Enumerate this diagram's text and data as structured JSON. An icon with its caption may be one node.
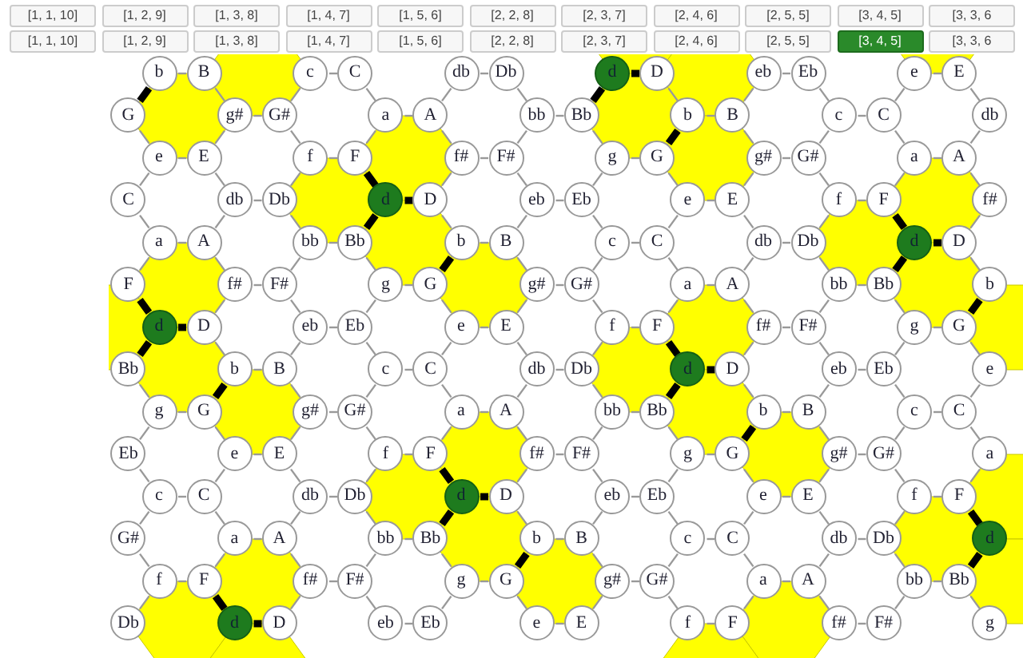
{
  "diagram": {
    "nodes": [
      {
        "text": [
          "b"
        ]
      },
      {
        "text": [
          "B"
        ]
      },
      {
        "text": [
          "c"
        ]
      },
      {
        "text": [
          "C"
        ]
      },
      {
        "text": [
          "db"
        ]
      },
      {
        "text": [
          "Db"
        ]
      },
      {
        "text": [
          "d"
        ]
      },
      {
        "text": [
          "D"
        ]
      },
      {
        "text": [
          "eb"
        ]
      },
      {
        "text": [
          "Eb"
        ]
      },
      {
        "text": [
          "e"
        ]
      },
      {
        "text": [
          "E"
        ]
      },
      {
        "text": [
          "G"
        ]
      },
      {
        "text": [
          "g#"
        ]
      },
      {
        "text": [
          "G#"
        ]
      },
      {
        "text": [
          "a"
        ]
      },
      {
        "text": [
          "A"
        ]
      },
      {
        "text": [
          "bb"
        ]
      },
      {
        "text": [
          "Bb"
        ]
      },
      {
        "text": [
          "b"
        ]
      },
      {
        "text": [
          "B"
        ]
      },
      {
        "text": [
          "c"
        ]
      },
      {
        "text": [
          "C"
        ]
      },
      {
        "text": [
          "db"
        ]
      },
      {
        "text": [
          "e"
        ]
      },
      {
        "text": [
          "E"
        ]
      },
      {
        "text": [
          "f"
        ]
      },
      {
        "text": [
          "F"
        ]
      },
      {
        "text": [
          "f#"
        ]
      },
      {
        "text": [
          "F#"
        ]
      },
      {
        "text": [
          "g"
        ]
      },
      {
        "text": [
          "G"
        ]
      },
      {
        "text": [
          "g#"
        ]
      },
      {
        "text": [
          "G#"
        ]
      },
      {
        "text": [
          "a"
        ]
      },
      {
        "text": [
          "A"
        ]
      },
      {
        "text": [
          "C"
        ]
      },
      {
        "text": [
          "db"
        ]
      },
      {
        "text": [
          "Db"
        ]
      },
      {
        "text": [
          "d"
        ]
      },
      {
        "text": [
          "D"
        ]
      },
      {
        "text": [
          "eb"
        ]
      },
      {
        "text": [
          "Eb"
        ]
      },
      {
        "text": [
          "e"
        ]
      },
      {
        "text": [
          "E"
        ]
      },
      {
        "text": [
          "f"
        ]
      },
      {
        "text": [
          "F"
        ]
      },
      {
        "text": [
          "f#"
        ]
      },
      {
        "text": [
          "a"
        ]
      },
      {
        "text": [
          "A"
        ]
      },
      {
        "text": [
          "bb"
        ]
      },
      {
        "text": [
          "Bb"
        ]
      },
      {
        "text": [
          "b"
        ]
      },
      {
        "text": [
          "B"
        ]
      },
      {
        "text": [
          "c"
        ]
      },
      {
        "text": [
          "C"
        ]
      },
      {
        "text": [
          "db"
        ]
      },
      {
        "text": [
          "Db"
        ]
      },
      {
        "text": [
          "d"
        ]
      },
      {
        "text": [
          "D"
        ]
      },
      {
        "text": [
          "F"
        ]
      },
      {
        "text": [
          "f#"
        ]
      },
      {
        "text": [
          "F#"
        ]
      },
      {
        "text": [
          "g"
        ]
      },
      {
        "text": [
          "G"
        ]
      },
      {
        "text": [
          "g#"
        ]
      },
      {
        "text": [
          "G#"
        ]
      },
      {
        "text": [
          "a"
        ]
      },
      {
        "text": [
          "A"
        ]
      },
      {
        "text": [
          "bb"
        ]
      },
      {
        "text": [
          "Bb"
        ]
      },
      {
        "text": [
          "b"
        ]
      },
      {
        "text": [
          "d"
        ]
      },
      {
        "text": [
          "D"
        ]
      },
      {
        "text": [
          "eb"
        ]
      },
      {
        "text": [
          "Eb"
        ]
      },
      {
        "text": [
          "e"
        ]
      },
      {
        "text": [
          "E"
        ]
      },
      {
        "text": [
          "f"
        ]
      },
      {
        "text": [
          "F"
        ]
      },
      {
        "text": [
          "f#"
        ]
      },
      {
        "text": [
          "F#"
        ]
      },
      {
        "text": [
          "g"
        ]
      },
      {
        "text": [
          "G"
        ]
      },
      {
        "text": [
          "Bb"
        ]
      },
      {
        "text": [
          "b"
        ]
      },
      {
        "text": [
          "B"
        ]
      },
      {
        "text": [
          "c"
        ]
      },
      {
        "text": [
          "C"
        ]
      },
      {
        "text": [
          "db"
        ]
      },
      {
        "text": [
          "Db"
        ]
      },
      {
        "text": [
          "d"
        ]
      },
      {
        "text": [
          "D"
        ]
      },
      {
        "text": [
          "eb"
        ]
      },
      {
        "text": [
          "Eb"
        ]
      },
      {
        "text": [
          "e"
        ]
      },
      {
        "text": [
          "g"
        ]
      },
      {
        "text": [
          "G"
        ]
      },
      {
        "text": [
          "g#"
        ]
      },
      {
        "text": [
          "G#"
        ]
      },
      {
        "text": [
          "a"
        ]
      },
      {
        "text": [
          "A"
        ]
      },
      {
        "text": [
          "bb"
        ]
      },
      {
        "text": [
          "Bb"
        ]
      },
      {
        "text": [
          "b"
        ]
      },
      {
        "text": [
          "B"
        ]
      },
      {
        "text": [
          "c"
        ]
      },
      {
        "text": [
          "C"
        ]
      },
      {
        "text": [
          "Eb"
        ]
      },
      {
        "text": [
          "e"
        ]
      },
      {
        "text": [
          "E"
        ]
      },
      {
        "text": [
          "f"
        ]
      },
      {
        "text": [
          "F"
        ]
      },
      {
        "text": [
          "f#"
        ]
      },
      {
        "text": [
          "F#"
        ]
      },
      {
        "text": [
          "g"
        ]
      },
      {
        "text": [
          "G"
        ]
      },
      {
        "text": [
          "g#"
        ]
      },
      {
        "text": [
          "G#"
        ]
      },
      {
        "text": [
          "a"
        ]
      },
      {
        "text": [
          "c"
        ]
      },
      {
        "text": [
          "C"
        ]
      },
      {
        "text": [
          "db"
        ]
      },
      {
        "text": [
          "Db"
        ]
      },
      {
        "text": [
          "d"
        ]
      },
      {
        "text": [
          "D"
        ]
      },
      {
        "text": [
          "eb"
        ]
      },
      {
        "text": [
          "Eb"
        ]
      },
      {
        "text": [
          "e"
        ]
      },
      {
        "text": [
          "E"
        ]
      },
      {
        "text": [
          "f"
        ]
      },
      {
        "text": [
          "F"
        ]
      },
      {
        "text": [
          "G#"
        ]
      },
      {
        "text": [
          "a"
        ]
      },
      {
        "text": [
          "A"
        ]
      },
      {
        "text": [
          "bb"
        ]
      },
      {
        "text": [
          "Bb"
        ]
      },
      {
        "text": [
          "b"
        ]
      },
      {
        "text": [
          "B"
        ]
      },
      {
        "text": [
          "c"
        ]
      },
      {
        "text": [
          "C"
        ]
      },
      {
        "text": [
          "db"
        ]
      },
      {
        "text": [
          "Db"
        ]
      },
      {
        "text": [
          "d"
        ]
      },
      {
        "text": [
          "f"
        ]
      },
      {
        "text": [
          "F"
        ]
      },
      {
        "text": [
          "f#"
        ]
      },
      {
        "text": [
          "F#"
        ]
      },
      {
        "text": [
          "g"
        ]
      },
      {
        "text": [
          "G"
        ]
      },
      {
        "text": [
          "g#"
        ]
      },
      {
        "text": [
          "G#"
        ]
      },
      {
        "text": [
          "a"
        ]
      },
      {
        "text": [
          "A"
        ]
      },
      {
        "text": [
          "bb"
        ]
      },
      {
        "text": [
          "Bb"
        ]
      },
      {
        "text": [
          "Db"
        ]
      },
      {
        "text": [
          "d"
        ]
      },
      {
        "text": [
          "D"
        ]
      },
      {
        "text": [
          "eb"
        ]
      },
      {
        "text": [
          "Eb"
        ]
      },
      {
        "text": [
          "e"
        ]
      },
      {
        "text": [
          "E"
        ]
      },
      {
        "text": [
          "f"
        ]
      },
      {
        "text": [
          "F"
        ]
      },
      {
        "text": [
          "f#"
        ]
      },
      {
        "text": [
          "F#"
        ]
      },
      {
        "text": [
          "g"
        ]
      }
    ],
    "edges": [
      {
        "from": 0,
        "to": 1,
        "arrow": "none"
      },
      {
        "from": 2,
        "to": 3,
        "arrow": "none"
      },
      {
        "from": 4,
        "to": 5,
        "arrow": "none"
      },
      {
        "from": 6,
        "to": 7,
        "arrow": "none",
        "style": "thick",
        "color": "#000000"
      },
      {
        "from": 8,
        "to": 9,
        "arrow": "none"
      },
      {
        "from": 10,
        "to": 11,
        "arrow": "none"
      },
      {
        "from": 13,
        "to": 14,
        "arrow": "none"
      },
      {
        "from": 15,
        "to": 16,
        "arrow": "none"
      },
      {
        "from": 17,
        "to": 18,
        "arrow": "none"
      },
      {
        "from": 19,
        "to": 20,
        "arrow": "none"
      },
      {
        "from": 21,
        "to": 22,
        "arrow": "none"
      },
      {
        "from": 24,
        "to": 25,
        "arrow": "none"
      },
      {
        "from": 26,
        "to": 27,
        "arrow": "none"
      },
      {
        "from": 28,
        "to": 29,
        "arrow": "none"
      },
      {
        "from": 30,
        "to": 31,
        "arrow": "none"
      },
      {
        "from": 32,
        "to": 33,
        "arrow": "none"
      },
      {
        "from": 34,
        "to": 35,
        "arrow": "none"
      },
      {
        "from": 37,
        "to": 38,
        "arrow": "none"
      },
      {
        "from": 39,
        "to": 40,
        "arrow": "none",
        "style": "thick",
        "color": "#000000"
      },
      {
        "from": 41,
        "to": 42,
        "arrow": "none"
      },
      {
        "from": 43,
        "to": 44,
        "arrow": "none"
      },
      {
        "from": 45,
        "to": 46,
        "arrow": "none"
      },
      {
        "from": 48,
        "to": 49,
        "arrow": "none"
      },
      {
        "from": 50,
        "to": 51,
        "arrow": "none"
      },
      {
        "from": 52,
        "to": 53,
        "arrow": "none"
      },
      {
        "from": 54,
        "to": 55,
        "arrow": "none"
      },
      {
        "from": 56,
        "to": 57,
        "arrow": "none"
      },
      {
        "from": 58,
        "to": 59,
        "arrow": "none",
        "style": "thick",
        "color": "#000000"
      },
      {
        "from": 61,
        "to": 62,
        "arrow": "none"
      },
      {
        "from": 63,
        "to": 64,
        "arrow": "none"
      },
      {
        "from": 65,
        "to": 66,
        "arrow": "none"
      },
      {
        "from": 67,
        "to": 68,
        "arrow": "none"
      },
      {
        "from": 69,
        "to": 70,
        "arrow": "none"
      },
      {
        "from": 72,
        "to": 73,
        "arrow": "none",
        "style": "thick",
        "color": "#000000"
      },
      {
        "from": 74,
        "to": 75,
        "arrow": "none"
      },
      {
        "from": 76,
        "to": 77,
        "arrow": "none"
      },
      {
        "from": 78,
        "to": 79,
        "arrow": "none"
      },
      {
        "from": 80,
        "to": 81,
        "arrow": "none"
      },
      {
        "from": 82,
        "to": 83,
        "arrow": "none"
      },
      {
        "from": 85,
        "to": 86,
        "arrow": "none"
      },
      {
        "from": 87,
        "to": 88,
        "arrow": "none"
      },
      {
        "from": 89,
        "to": 90,
        "arrow": "none"
      },
      {
        "from": 91,
        "to": 92,
        "arrow": "none",
        "style": "thick",
        "color": "#000000"
      },
      {
        "from": 93,
        "to": 94,
        "arrow": "none"
      },
      {
        "from": 96,
        "to": 97,
        "arrow": "none"
      },
      {
        "from": 98,
        "to": 99,
        "arrow": "none"
      },
      {
        "from": 100,
        "to": 101,
        "arrow": "none"
      },
      {
        "from": 102,
        "to": 103,
        "arrow": "none"
      },
      {
        "from": 104,
        "to": 105,
        "arrow": "none"
      },
      {
        "from": 106,
        "to": 107,
        "arrow": "none"
      },
      {
        "from": 109,
        "to": 110,
        "arrow": "none"
      },
      {
        "from": 111,
        "to": 112,
        "arrow": "none"
      },
      {
        "from": 113,
        "to": 114,
        "arrow": "none"
      },
      {
        "from": 115,
        "to": 116,
        "arrow": "none"
      },
      {
        "from": 117,
        "to": 118,
        "arrow": "none"
      },
      {
        "from": 120,
        "to": 121,
        "arrow": "none"
      },
      {
        "from": 122,
        "to": 123,
        "arrow": "none"
      },
      {
        "from": 124,
        "to": 125,
        "arrow": "none",
        "style": "thick",
        "color": "#000000"
      },
      {
        "from": 126,
        "to": 127,
        "arrow": "none"
      },
      {
        "from": 128,
        "to": 129,
        "arrow": "none"
      },
      {
        "from": 130,
        "to": 131,
        "arrow": "none"
      },
      {
        "from": 133,
        "to": 134,
        "arrow": "none"
      },
      {
        "from": 135,
        "to": 136,
        "arrow": "none"
      },
      {
        "from": 137,
        "to": 138,
        "arrow": "none"
      },
      {
        "from": 139,
        "to": 140,
        "arrow": "none"
      },
      {
        "from": 141,
        "to": 142,
        "arrow": "none"
      },
      {
        "from": 144,
        "to": 145,
        "arrow": "none"
      },
      {
        "from": 146,
        "to": 147,
        "arrow": "none"
      },
      {
        "from": 148,
        "to": 149,
        "arrow": "none"
      },
      {
        "from": 150,
        "to": 151,
        "arrow": "none"
      },
      {
        "from": 152,
        "to": 153,
        "arrow": "none"
      },
      {
        "from": 154,
        "to": 155,
        "arrow": "none"
      },
      {
        "from": 157,
        "to": 158,
        "arrow": "none",
        "style": "thick",
        "color": "#000000"
      },
      {
        "from": 159,
        "to": 160,
        "arrow": "none"
      },
      {
        "from": 161,
        "to": 162,
        "arrow": "none"
      },
      {
        "from": 163,
        "to": 164,
        "arrow": "none"
      },
      {
        "from": 165,
        "to": 166,
        "arrow": "none"
      },
      {
        "from": 0,
        "to": 12,
        "arrow": "none",
        "style": "thick",
        "color": "#000000"
      },
      {
        "from": 1,
        "to": 13,
        "arrow": "none"
      },
      {
        "from": 2,
        "to": 14,
        "arrow": "none"
      },
      {
        "from": 3,
        "to": 15,
        "arrow": "none"
      },
      {
        "from": 4,
        "to": 16,
        "arrow": "none"
      },
      {
        "from": 5,
        "to": 17,
        "arrow": "none"
      },
      {
        "from": 6,
        "to": 18,
        "arrow": "none",
        "style": "thick",
        "color": "#000000"
      },
      {
        "from": 7,
        "to": 19,
        "arrow": "none"
      },
      {
        "from": 8,
        "to": 20,
        "arrow": "none"
      },
      {
        "from": 9,
        "to": 21,
        "arrow": "none"
      },
      {
        "from": 10,
        "to": 22,
        "arrow": "none"
      },
      {
        "from": 11,
        "to": 23,
        "arrow": "none"
      },
      {
        "from": 12,
        "to": 24,
        "arrow": "none"
      },
      {
        "from": 13,
        "to": 25,
        "arrow": "none"
      },
      {
        "from": 14,
        "to": 26,
        "arrow": "none"
      },
      {
        "from": 15,
        "to": 27,
        "arrow": "none"
      },
      {
        "from": 16,
        "to": 28,
        "arrow": "none"
      },
      {
        "from": 17,
        "to": 29,
        "arrow": "none"
      },
      {
        "from": 18,
        "to": 30,
        "arrow": "none"
      },
      {
        "from": 19,
        "to": 31,
        "arrow": "none",
        "style": "thick",
        "color": "#000000"
      },
      {
        "from": 20,
        "to": 32,
        "arrow": "none"
      },
      {
        "from": 21,
        "to": 33,
        "arrow": "none"
      },
      {
        "from": 22,
        "to": 34,
        "arrow": "none"
      },
      {
        "from": 23,
        "to": 35,
        "arrow": "none"
      },
      {
        "from": 24,
        "to": 36,
        "arrow": "none"
      },
      {
        "from": 25,
        "to": 37,
        "arrow": "none"
      },
      {
        "from": 26,
        "to": 38,
        "arrow": "none"
      },
      {
        "from": 27,
        "to": 39,
        "arrow": "none",
        "style": "thick",
        "color": "#000000"
      },
      {
        "from": 28,
        "to": 40,
        "arrow": "none"
      },
      {
        "from": 29,
        "to": 41,
        "arrow": "none"
      },
      {
        "from": 30,
        "to": 42,
        "arrow": "none"
      },
      {
        "from": 31,
        "to": 43,
        "arrow": "none"
      },
      {
        "from": 32,
        "to": 44,
        "arrow": "none"
      },
      {
        "from": 33,
        "to": 45,
        "arrow": "none"
      },
      {
        "from": 34,
        "to": 46,
        "arrow": "none"
      },
      {
        "from": 35,
        "to": 47,
        "arrow": "none"
      },
      {
        "from": 36,
        "to": 48,
        "arrow": "none"
      },
      {
        "from": 37,
        "to": 49,
        "arrow": "none"
      },
      {
        "from": 38,
        "to": 50,
        "arrow": "none"
      },
      {
        "from": 39,
        "to": 51,
        "arrow": "none",
        "style": "thick",
        "color": "#000000"
      },
      {
        "from": 40,
        "to": 52,
        "arrow": "none"
      },
      {
        "from": 41,
        "to": 53,
        "arrow": "none"
      },
      {
        "from": 42,
        "to": 54,
        "arrow": "none"
      },
      {
        "from": 43,
        "to": 55,
        "arrow": "none"
      },
      {
        "from": 44,
        "to": 56,
        "arrow": "none"
      },
      {
        "from": 45,
        "to": 57,
        "arrow": "none"
      },
      {
        "from": 46,
        "to": 58,
        "arrow": "none",
        "style": "thick",
        "color": "#000000"
      },
      {
        "from": 47,
        "to": 59,
        "arrow": "none"
      },
      {
        "from": 48,
        "to": 60,
        "arrow": "none"
      },
      {
        "from": 49,
        "to": 61,
        "arrow": "none"
      },
      {
        "from": 50,
        "to": 62,
        "arrow": "none"
      },
      {
        "from": 51,
        "to": 63,
        "arrow": "none"
      },
      {
        "from": 52,
        "to": 64,
        "arrow": "none",
        "style": "thick",
        "color": "#000000"
      },
      {
        "from": 53,
        "to": 65,
        "arrow": "none"
      },
      {
        "from": 54,
        "to": 66,
        "arrow": "none"
      },
      {
        "from": 55,
        "to": 67,
        "arrow": "none"
      },
      {
        "from": 56,
        "to": 68,
        "arrow": "none"
      },
      {
        "from": 57,
        "to": 69,
        "arrow": "none"
      },
      {
        "from": 58,
        "to": 70,
        "arrow": "none",
        "style": "thick",
        "color": "#000000"
      },
      {
        "from": 59,
        "to": 71,
        "arrow": "none"
      },
      {
        "from": 60,
        "to": 72,
        "arrow": "none",
        "style": "thick",
        "color": "#000000"
      },
      {
        "from": 61,
        "to": 73,
        "arrow": "none"
      },
      {
        "from": 62,
        "to": 74,
        "arrow": "none"
      },
      {
        "from": 63,
        "to": 75,
        "arrow": "none"
      },
      {
        "from": 64,
        "to": 76,
        "arrow": "none"
      },
      {
        "from": 65,
        "to": 77,
        "arrow": "none"
      },
      {
        "from": 66,
        "to": 78,
        "arrow": "none"
      },
      {
        "from": 67,
        "to": 79,
        "arrow": "none"
      },
      {
        "from": 68,
        "to": 80,
        "arrow": "none"
      },
      {
        "from": 69,
        "to": 81,
        "arrow": "none"
      },
      {
        "from": 70,
        "to": 82,
        "arrow": "none"
      },
      {
        "from": 71,
        "to": 83,
        "arrow": "none",
        "style": "thick",
        "color": "#000000"
      },
      {
        "from": 72,
        "to": 84,
        "arrow": "none",
        "style": "thick",
        "color": "#000000"
      },
      {
        "from": 73,
        "to": 85,
        "arrow": "none"
      },
      {
        "from": 74,
        "to": 86,
        "arrow": "none"
      },
      {
        "from": 75,
        "to": 87,
        "arrow": "none"
      },
      {
        "from": 76,
        "to": 88,
        "arrow": "none"
      },
      {
        "from": 77,
        "to": 89,
        "arrow": "none"
      },
      {
        "from": 78,
        "to": 90,
        "arrow": "none"
      },
      {
        "from": 79,
        "to": 91,
        "arrow": "none",
        "style": "thick",
        "color": "#000000"
      },
      {
        "from": 80,
        "to": 92,
        "arrow": "none"
      },
      {
        "from": 81,
        "to": 93,
        "arrow": "none"
      },
      {
        "from": 82,
        "to": 94,
        "arrow": "none"
      },
      {
        "from": 83,
        "to": 95,
        "arrow": "none"
      },
      {
        "from": 84,
        "to": 96,
        "arrow": "none"
      },
      {
        "from": 85,
        "to": 97,
        "arrow": "none",
        "style": "thick",
        "color": "#000000"
      },
      {
        "from": 86,
        "to": 98,
        "arrow": "none"
      },
      {
        "from": 87,
        "to": 99,
        "arrow": "none"
      },
      {
        "from": 88,
        "to": 100,
        "arrow": "none"
      },
      {
        "from": 89,
        "to": 101,
        "arrow": "none"
      },
      {
        "from": 90,
        "to": 102,
        "arrow": "none"
      },
      {
        "from": 91,
        "to": 103,
        "arrow": "none",
        "style": "thick",
        "color": "#000000"
      },
      {
        "from": 92,
        "to": 104,
        "arrow": "none"
      },
      {
        "from": 93,
        "to": 105,
        "arrow": "none"
      },
      {
        "from": 94,
        "to": 106,
        "arrow": "none"
      },
      {
        "from": 95,
        "to": 107,
        "arrow": "none"
      },
      {
        "from": 96,
        "to": 108,
        "arrow": "none"
      },
      {
        "from": 97,
        "to": 109,
        "arrow": "none"
      },
      {
        "from": 98,
        "to": 110,
        "arrow": "none"
      },
      {
        "from": 99,
        "to": 111,
        "arrow": "none"
      },
      {
        "from": 100,
        "to": 112,
        "arrow": "none"
      },
      {
        "from": 101,
        "to": 113,
        "arrow": "none"
      },
      {
        "from": 102,
        "to": 114,
        "arrow": "none"
      },
      {
        "from": 103,
        "to": 115,
        "arrow": "none"
      },
      {
        "from": 104,
        "to": 116,
        "arrow": "none",
        "style": "thick",
        "color": "#000000"
      },
      {
        "from": 105,
        "to": 117,
        "arrow": "none"
      },
      {
        "from": 106,
        "to": 118,
        "arrow": "none"
      },
      {
        "from": 107,
        "to": 119,
        "arrow": "none"
      },
      {
        "from": 108,
        "to": 120,
        "arrow": "none"
      },
      {
        "from": 109,
        "to": 121,
        "arrow": "none"
      },
      {
        "from": 110,
        "to": 122,
        "arrow": "none"
      },
      {
        "from": 111,
        "to": 123,
        "arrow": "none"
      },
      {
        "from": 112,
        "to": 124,
        "arrow": "none",
        "style": "thick",
        "color": "#000000"
      },
      {
        "from": 113,
        "to": 125,
        "arrow": "none"
      },
      {
        "from": 114,
        "to": 126,
        "arrow": "none"
      },
      {
        "from": 115,
        "to": 127,
        "arrow": "none"
      },
      {
        "from": 116,
        "to": 128,
        "arrow": "none"
      },
      {
        "from": 117,
        "to": 129,
        "arrow": "none"
      },
      {
        "from": 118,
        "to": 130,
        "arrow": "none"
      },
      {
        "from": 119,
        "to": 131,
        "arrow": "none"
      },
      {
        "from": 120,
        "to": 132,
        "arrow": "none"
      },
      {
        "from": 121,
        "to": 133,
        "arrow": "none"
      },
      {
        "from": 122,
        "to": 134,
        "arrow": "none"
      },
      {
        "from": 123,
        "to": 135,
        "arrow": "none"
      },
      {
        "from": 124,
        "to": 136,
        "arrow": "none",
        "style": "thick",
        "color": "#000000"
      },
      {
        "from": 125,
        "to": 137,
        "arrow": "none"
      },
      {
        "from": 126,
        "to": 138,
        "arrow": "none"
      },
      {
        "from": 127,
        "to": 139,
        "arrow": "none"
      },
      {
        "from": 128,
        "to": 140,
        "arrow": "none"
      },
      {
        "from": 129,
        "to": 141,
        "arrow": "none"
      },
      {
        "from": 130,
        "to": 142,
        "arrow": "none"
      },
      {
        "from": 131,
        "to": 143,
        "arrow": "none",
        "style": "thick",
        "color": "#000000"
      },
      {
        "from": 132,
        "to": 144,
        "arrow": "none"
      },
      {
        "from": 133,
        "to": 145,
        "arrow": "none"
      },
      {
        "from": 134,
        "to": 146,
        "arrow": "none"
      },
      {
        "from": 135,
        "to": 147,
        "arrow": "none"
      },
      {
        "from": 136,
        "to": 148,
        "arrow": "none"
      },
      {
        "from": 137,
        "to": 149,
        "arrow": "none",
        "style": "thick",
        "color": "#000000"
      },
      {
        "from": 138,
        "to": 150,
        "arrow": "none"
      },
      {
        "from": 139,
        "to": 151,
        "arrow": "none"
      },
      {
        "from": 140,
        "to": 152,
        "arrow": "none"
      },
      {
        "from": 141,
        "to": 153,
        "arrow": "none"
      },
      {
        "from": 142,
        "to": 154,
        "arrow": "none"
      },
      {
        "from": 143,
        "to": 155,
        "arrow": "none",
        "style": "thick",
        "color": "#000000"
      },
      {
        "from": 144,
        "to": 156,
        "arrow": "none"
      },
      {
        "from": 145,
        "to": 157,
        "arrow": "none",
        "style": "thick",
        "color": "#000000"
      },
      {
        "from": 146,
        "to": 158,
        "arrow": "none"
      },
      {
        "from": 147,
        "to": 159,
        "arrow": "none"
      },
      {
        "from": 148,
        "to": 160,
        "arrow": "none"
      },
      {
        "from": 149,
        "to": 161,
        "arrow": "none"
      },
      {
        "from": 150,
        "to": 162,
        "arrow": "none"
      },
      {
        "from": 151,
        "to": 163,
        "arrow": "none"
      },
      {
        "from": 152,
        "to": 164,
        "arrow": "none"
      },
      {
        "from": 153,
        "to": 165,
        "arrow": "none"
      },
      {
        "from": 154,
        "to": 166,
        "arrow": "none"
      },
      {
        "from": 155,
        "to": 167,
        "arrow": "none"
      }
    ],
    "labels": [
      "[1, 1, 10]",
      "[1, 2, 9]",
      "[1, 3, 8]",
      "[1, 4, 7]",
      "[1, 5, 6]",
      "[2, 2, 8]",
      "[2, 3, 7]",
      "[2, 4, 6]",
      "[2, 5, 5]",
      "[3, 4, 5]",
      "[3, 3, 6",
      "[1, 1, 10]",
      "[1, 2, 9]",
      "[1, 3, 8]",
      "[1, 4, 7]",
      "[1, 5, 6]",
      "[2, 2, 8]",
      "[2, 3, 7]",
      "[2, 4, 6]",
      "[2, 5, 5]",
      "[3, 4, 5]",
      "[3, 3, 6"
    ]
  }
}
